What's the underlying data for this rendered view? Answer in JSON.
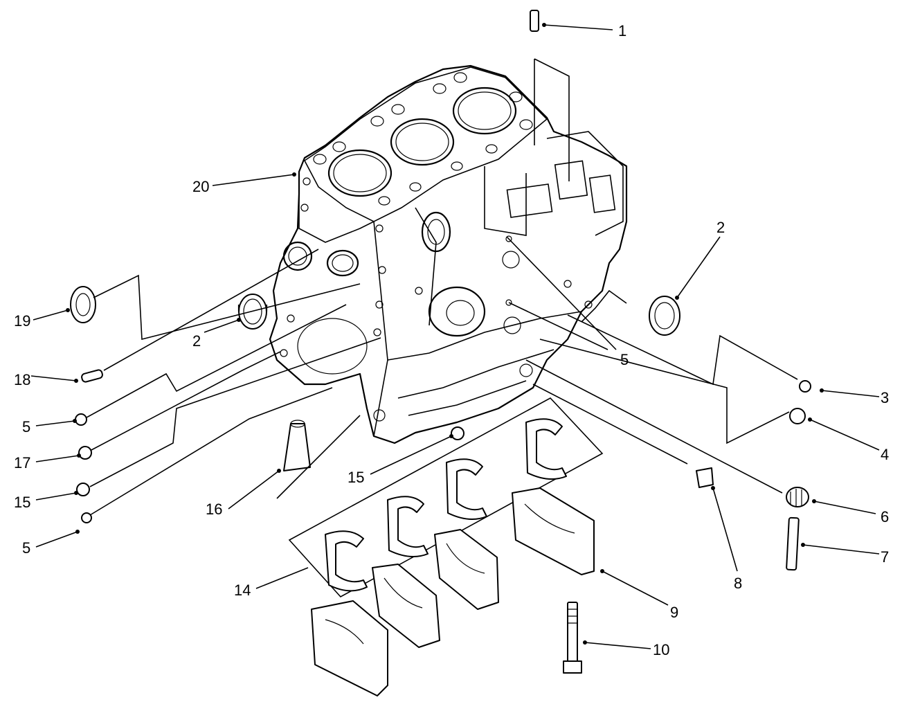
{
  "diagram": {
    "callouts": [
      "1",
      "2",
      "2",
      "3",
      "4",
      "5",
      "5",
      "5",
      "6",
      "7",
      "8",
      "9",
      "10",
      "14",
      "15",
      "15",
      "16",
      "17",
      "18",
      "19",
      "20"
    ]
  }
}
